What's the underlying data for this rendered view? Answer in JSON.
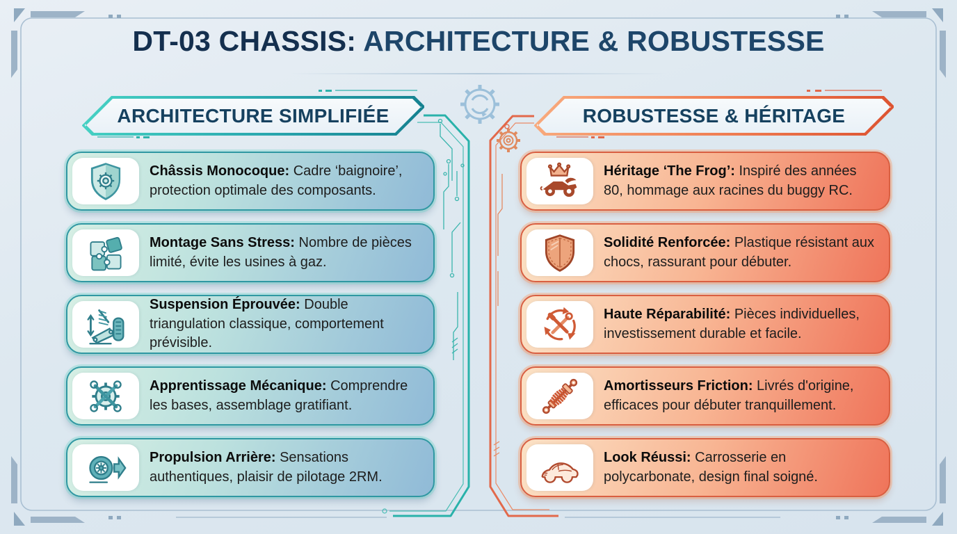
{
  "page": {
    "title_strong": "DT-03 CHASSIS:",
    "title_rest": " ARCHITECTURE & ROBUSTESSE"
  },
  "colors": {
    "teal_accent": "#2bb3ac",
    "orange_accent": "#e2694b",
    "navy_text": "#16415f",
    "frame": "#a9bfd2"
  },
  "columns": {
    "left": {
      "header": "ARCHITECTURE SIMPLIFIÉE",
      "items": [
        {
          "icon": "shield-gear-icon",
          "title": "Châssis Monocoque:",
          "desc": "Cadre ‘baignoire’, protection optimale des composants."
        },
        {
          "icon": "puzzle-icon",
          "title": "Montage Sans Stress:",
          "desc": "Nombre de pièces limité, évite les usines à gaz."
        },
        {
          "icon": "suspension-icon",
          "title": "Suspension Éprouvée:",
          "desc": "Double triangulation classique, comportement prévisible."
        },
        {
          "icon": "gear-wrench-icon",
          "title": "Apprentissage Mécanique:",
          "desc": "Comprendre les bases, assemblage gratifiant."
        },
        {
          "icon": "wheel-arrow-icon",
          "title": "Propulsion Arrière:",
          "desc": "Sensations authentiques, plaisir de pilotage 2RM."
        }
      ]
    },
    "right": {
      "header": "ROBUSTESSE & HÉRITAGE",
      "items": [
        {
          "icon": "crown-buggy-icon",
          "title": "Héritage ‘The Frog’:",
          "desc": "Inspiré des années 80, hommage aux racines du buggy RC."
        },
        {
          "icon": "shield-icon",
          "title": "Solidité Renforcée:",
          "desc": "Plastique résistant aux chocs, rassurant pour débuter."
        },
        {
          "icon": "repair-cycle-icon",
          "title": "Haute Réparabilité:",
          "desc": "Pièces individuelles, investissement durable et facile."
        },
        {
          "icon": "shock-absorber-icon",
          "title": "Amortisseurs Friction:",
          "desc": "Livrés d'origine, efficaces pour débuter tranquillement."
        },
        {
          "icon": "car-body-icon",
          "title": "Look Réussi:",
          "desc": "Carrosserie en polycarbonate, design final soigné."
        }
      ]
    }
  },
  "decor": {
    "center_icons": [
      "gear-icon",
      "gear-icon"
    ]
  }
}
